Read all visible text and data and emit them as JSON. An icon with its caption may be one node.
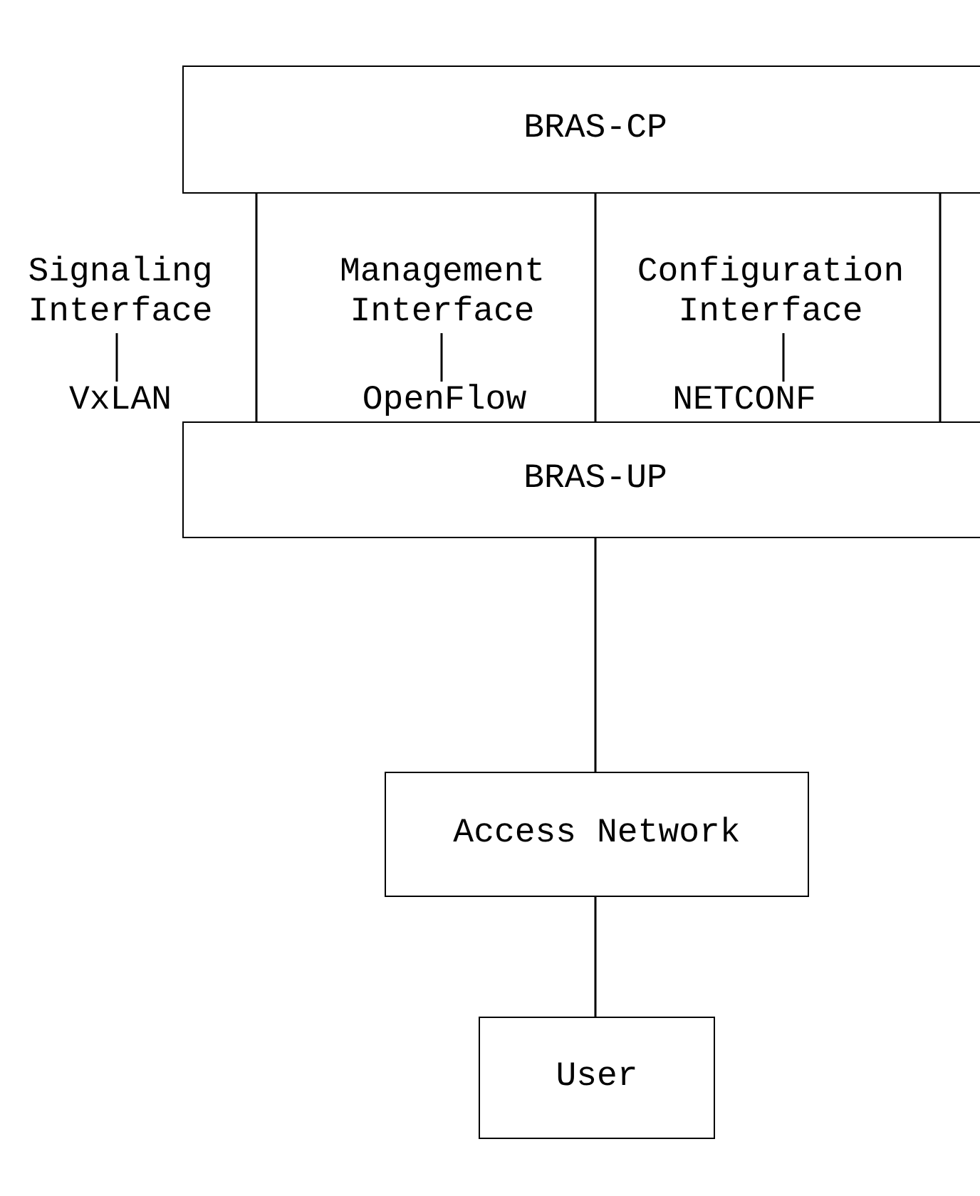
{
  "diagram": {
    "nodes": [
      {
        "text": [
          "BRAS-CP"
        ]
      },
      {
        "text": [
          "Signaling Interface"
        ]
      },
      {
        "text": [
          "VxLAN"
        ]
      },
      {
        "text": [
          "Management Interface"
        ]
      },
      {
        "text": [
          "OpenFlow"
        ]
      },
      {
        "text": [
          "Configuration Interface"
        ]
      },
      {
        "text": [
          "NETCONF"
        ]
      },
      {
        "text": [
          "BRAS-UP"
        ]
      },
      {
        "text": [
          "Access Network"
        ]
      },
      {
        "text": [
          "User"
        ]
      }
    ],
    "edges": [
      {
        "from": 1,
        "to": 2,
        "arrow": "none"
      },
      {
        "from": 3,
        "to": 4,
        "arrow": "none"
      },
      {
        "from": 5,
        "to": 6,
        "arrow": "none"
      },
      {
        "from": 0,
        "to": 7,
        "arrow": "none"
      },
      {
        "from": 0,
        "to": 7,
        "arrow": "none"
      },
      {
        "from": 0,
        "to": 7,
        "arrow": "none"
      },
      {
        "from": 7,
        "to": 8,
        "arrow": "none"
      },
      {
        "from": 8,
        "to": 9,
        "arrow": "none"
      }
    ]
  }
}
